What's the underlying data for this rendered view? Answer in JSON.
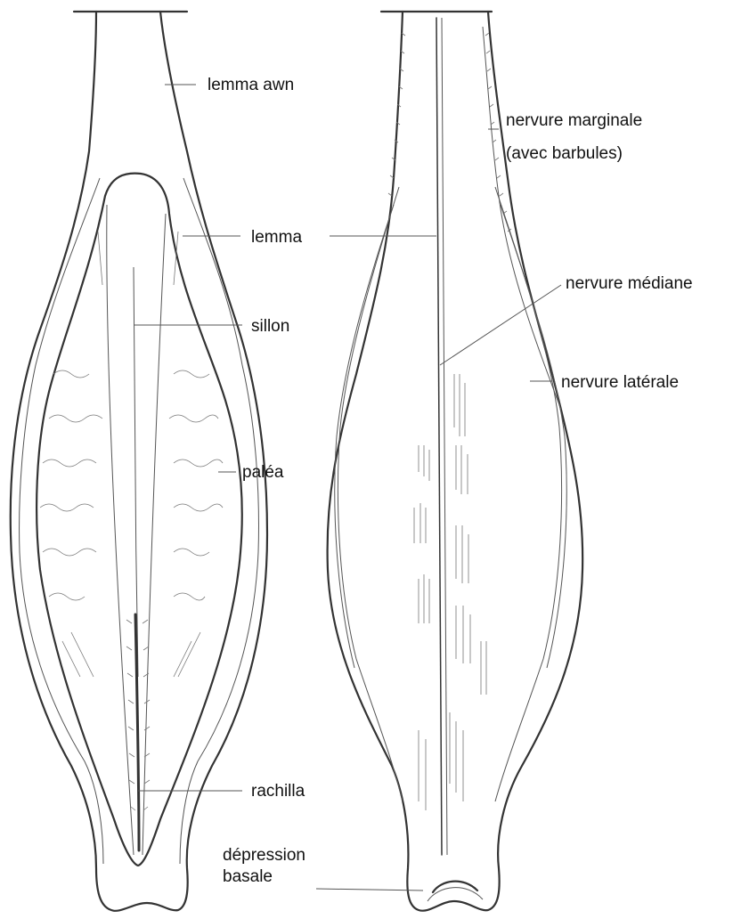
{
  "labels": {
    "lemma_awn": "lemma awn",
    "nervure_marginale_1": "nervure marginale",
    "nervure_marginale_2": "(avec barbules)",
    "lemma": "lemma",
    "sillon": "sillon",
    "nervure_mediane": "nervure médiane",
    "nervure_laterale": "nervure latérale",
    "palea": "paléa",
    "rachilla": "rachilla",
    "depression_1": "dépression",
    "depression_2": "basale"
  },
  "colors": {
    "line": "#333333",
    "hatch": "#777777",
    "text": "#111111",
    "background": "#ffffff"
  }
}
